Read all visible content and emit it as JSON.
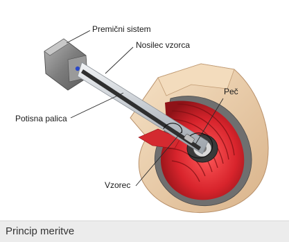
{
  "labels": {
    "premicni_sistem": "Premični sistem",
    "nosilec_vzorca": "Nosilec vzorca",
    "pec": "Peč",
    "potisna_palica": "Potisna palica",
    "vzorec": "Vzorec"
  },
  "caption": "Princip meritve",
  "colors": {
    "insulation": "#ecd2b0",
    "insulation_edge": "#c8a27a",
    "heater": "#d8242c",
    "heater_dark": "#9c1419",
    "metal": "#8c8c8c",
    "tube": "#cfd3d8",
    "rod": "#2e2e2e",
    "caption_bg": "#ececec"
  },
  "icons": {
    "actuator": "cylinder-block",
    "furnace": "cutaway-tube-furnace"
  }
}
